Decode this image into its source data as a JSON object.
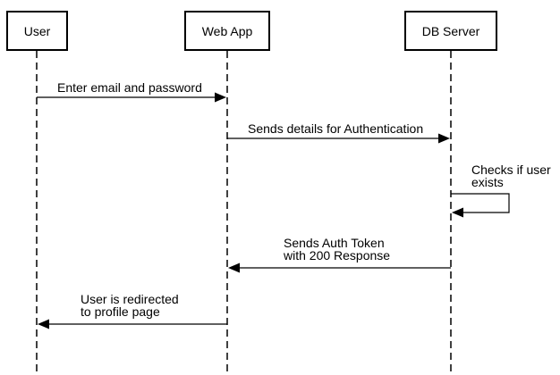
{
  "participants": [
    {
      "id": "user",
      "label": "User"
    },
    {
      "id": "webapp",
      "label": "Web App"
    },
    {
      "id": "db",
      "label": "DB Server"
    }
  ],
  "messages": [
    {
      "from": "user",
      "to": "webapp",
      "lines": [
        "Enter email and password"
      ]
    },
    {
      "from": "webapp",
      "to": "db",
      "lines": [
        "Sends details for Authentication"
      ]
    },
    {
      "from": "db",
      "to": "db",
      "lines": [
        "Checks if user",
        "exists"
      ]
    },
    {
      "from": "db",
      "to": "webapp",
      "lines": [
        "Sends Auth Token",
        "with 200 Response"
      ]
    },
    {
      "from": "webapp",
      "to": "user",
      "lines": [
        "User is redirected",
        "to profile page"
      ]
    }
  ],
  "colors": {
    "stroke": "#000000",
    "background": "#ffffff"
  }
}
